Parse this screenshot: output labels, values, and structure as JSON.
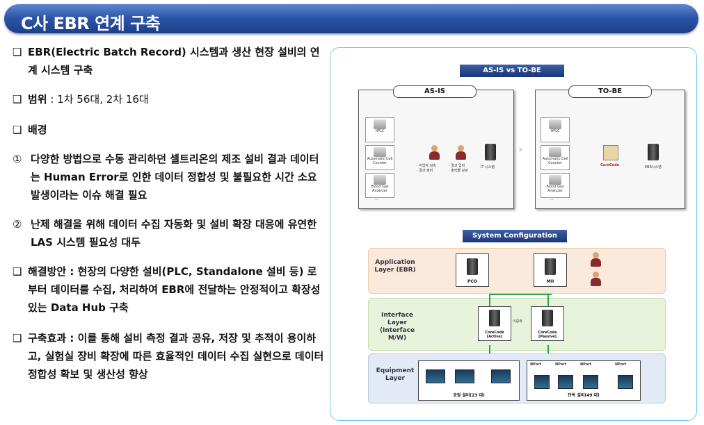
{
  "title": "C사 EBR 연계 구축",
  "left": {
    "item1": {
      "marker": "❑",
      "bold": "EBR(Electric Batch Record) 시스템과 생산 현장 설비의 연계 시스템 구축"
    },
    "item2": {
      "marker": "❑",
      "bold": "범위",
      "plain": " : 1차 56대, 2차 16대"
    },
    "item3": {
      "marker": "❑",
      "bold": "배경"
    },
    "item4": {
      "marker": "①",
      "text": "다양한 방법으로 수동 관리하던 셀트리온의 제조 설비 결과 데이터는 Human Error로 인한 데이터 정합성 및 불필요한 시간 소요 발생이라는 이슈 해결 필요"
    },
    "item5": {
      "marker": "②",
      "text": "난제 해결을 위해 데이터 수집 자동화 및 설비 확장 대응에 유연한 LAS 시스템 필요성 대두"
    },
    "item6": {
      "marker": "❑",
      "bold": "해결방안",
      "plain": " : 현장의 다양한 설비(PLC, Standalone 설비 등) 로부터 데이터를 수집, 처리하여 EBR에 전달하는 안정적이고 확장성 있는 Data Hub 구축"
    },
    "item7": {
      "marker": "❑",
      "bold": "구축효과",
      "plain": " : 이를 통해 설비 측정 결과 공유, 저장 및 추적이 용이하고, 실험실 장비 확장에 따른 효율적인 데이터 수집 실현으로 데이터 정합성 확보 및 생산성 향상"
    }
  },
  "diagram1": {
    "header": "AS-IS vs TO-BE",
    "asis": "AS-IS",
    "tobe": "TO-BE",
    "devices": [
      "HPLC",
      "Automatic Cell Counter",
      "Blood Gas Analyzer"
    ],
    "ellipsis": "...",
    "note1": "· 작업자 실측\n· 결과 출력",
    "note2": "· 결과 입력\n· 출력물 보관",
    "it_system": "IT 시스템",
    "corecode": "CoreCode",
    "ebr_system": "EBR시스템"
  },
  "diagram2": {
    "header": "System Configuration",
    "app_layer": "Application Layer (EBR)",
    "if_layer": "Interface Layer (Interface M/W)",
    "eq_layer": "Equipment Layer",
    "pco": "PCO",
    "mii": "MII",
    "core_active": "CoreCode [Active]",
    "core_passive": "CoreCode [Passive]",
    "redundancy": "이중화",
    "process_eq": "공정 설비(23 대)",
    "single_eq": "단독 설비(49 대)",
    "nport": "NPort"
  }
}
